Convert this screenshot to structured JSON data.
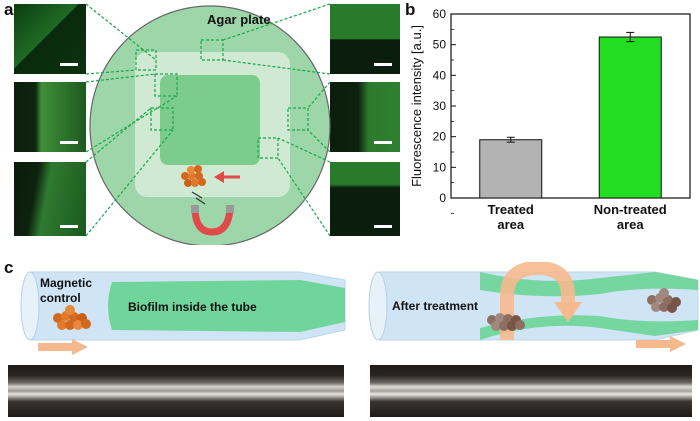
{
  "panels": {
    "a": "a",
    "b": "b",
    "c": "c"
  },
  "panel_a": {
    "plate_label": "Agar plate"
  },
  "chart_data": {
    "type": "bar",
    "categories": [
      "Treated area",
      "Non-treated area"
    ],
    "category_lines": [
      [
        "Treated",
        "area"
      ],
      [
        "Non-treated",
        "area"
      ]
    ],
    "values": [
      19.0,
      52.5
    ],
    "errors": [
      0.8,
      1.5
    ],
    "colors": [
      "#b3b3b3",
      "#22dd22"
    ],
    "ylabel": "Fluorescence intensity [a.u.]",
    "ylim": [
      0,
      60
    ],
    "yticks": [
      0,
      10,
      20,
      30,
      40,
      50,
      60
    ],
    "grid": false
  },
  "panel_c": {
    "left_label_line1": "Magnetic",
    "left_label_line2": "control",
    "left_biofilm_label": "Biofilm inside the tube",
    "right_label": "After treatment"
  }
}
